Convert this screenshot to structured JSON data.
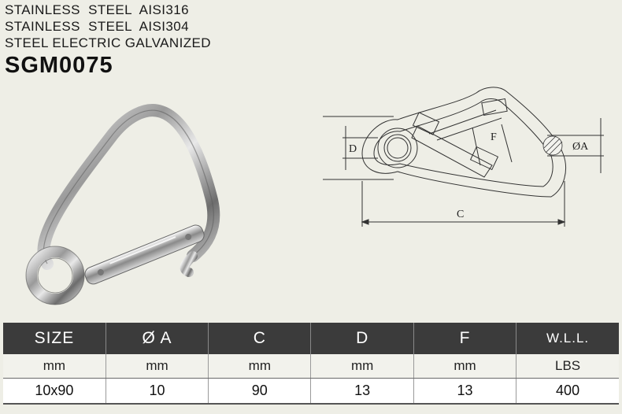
{
  "header": {
    "material_1": "STAINLESS  STEEL  AISI316",
    "material_2": "STAINLESS  STEEL  AISI304",
    "material_3": "STEEL ELECTRIC GALVANIZED",
    "product_code": "SGM0075"
  },
  "drawing_labels": {
    "d": "D",
    "f": "F",
    "a": "ØA",
    "c": "C"
  },
  "spec_table": {
    "headers": [
      "SIZE",
      "Ø  A",
      "C",
      "D",
      "F",
      "W.L.L."
    ],
    "units": [
      "mm",
      "mm",
      "mm",
      "mm",
      "mm",
      "LBS"
    ],
    "rows": [
      [
        "10x90",
        "10",
        "90",
        "13",
        "13",
        "400"
      ]
    ]
  }
}
